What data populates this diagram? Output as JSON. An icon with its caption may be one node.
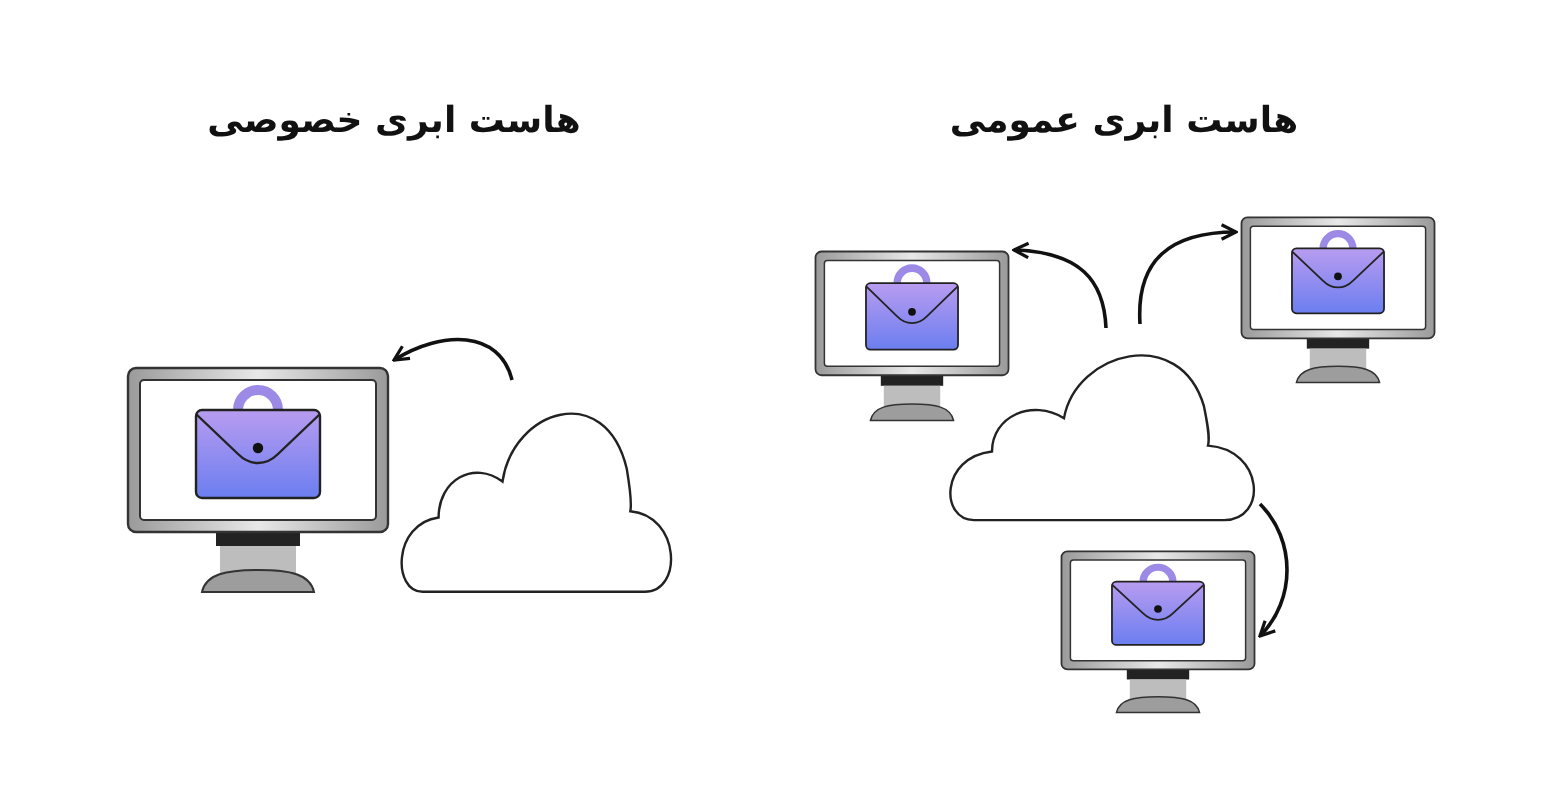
{
  "diagram": {
    "nodes": [
      {
        "text": [],
        "shape": "cloud"
      },
      {
        "text": [],
        "shape": "monitor"
      },
      {
        "text": [],
        "shape": "cloud"
      },
      {
        "text": [],
        "shape": "monitor"
      },
      {
        "text": [],
        "shape": "monitor"
      },
      {
        "text": [],
        "shape": "monitor"
      }
    ],
    "edges": [
      {
        "from": 0,
        "to": 1,
        "arrow": "to"
      },
      {
        "from": 2,
        "to": 3,
        "arrow": "to"
      },
      {
        "from": 2,
        "to": 4,
        "arrow": "to"
      },
      {
        "from": 2,
        "to": 5,
        "arrow": "to"
      }
    ],
    "labels": [
      "هاست ابری خصوصی",
      "هاست ابری عمومی"
    ]
  }
}
